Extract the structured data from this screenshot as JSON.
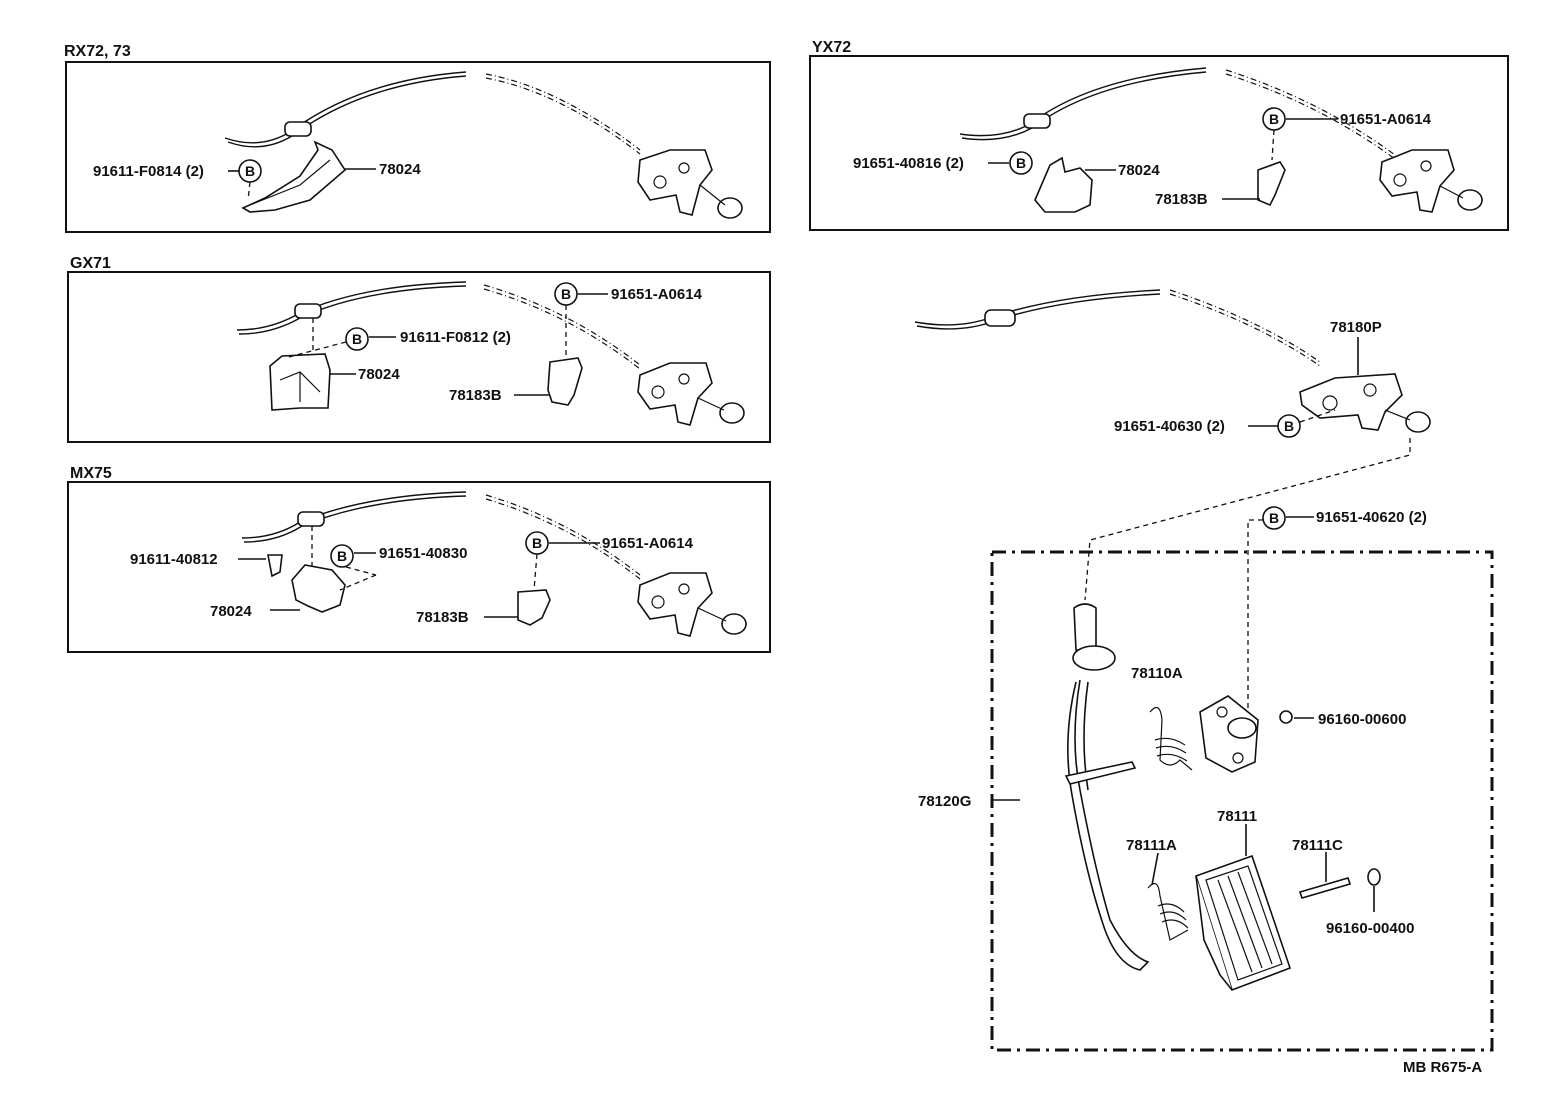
{
  "panels": {
    "rx": {
      "title": "RX72, 73",
      "labels": {
        "bolt": "91611-F0814 (2)",
        "bracket": "78024"
      }
    },
    "yx": {
      "title": "YX72",
      "labels": {
        "bolt_a": "91651-A0614",
        "bolt": "91651-40816 (2)",
        "bracket": "78024",
        "clip": "78183B"
      }
    },
    "gx": {
      "title": "GX71",
      "labels": {
        "bolt_a": "91651-A0614",
        "bolt": "91611-F0812 (2)",
        "bracket": "78024",
        "clip": "78183B"
      }
    },
    "mx": {
      "title": "MX75",
      "labels": {
        "bolt_a": "91651-A0614",
        "screw": "91611-40812",
        "bolt": "91651-40830",
        "bracket": "78024",
        "clip": "78183B"
      }
    }
  },
  "main": {
    "labels": {
      "cable": "78180P",
      "cable_bolt": "91651-40630 (2)",
      "support_bolt": "91651-40620 (2)",
      "spring": "78110A",
      "nut": "96160-00600",
      "pedal_lever": "78120G",
      "pedal_pad": "78111",
      "pad_spring": "78111A",
      "pin": "78111C",
      "clip": "96160-00400"
    }
  },
  "badge_letter": "B",
  "ref_code": "MB R675-A"
}
